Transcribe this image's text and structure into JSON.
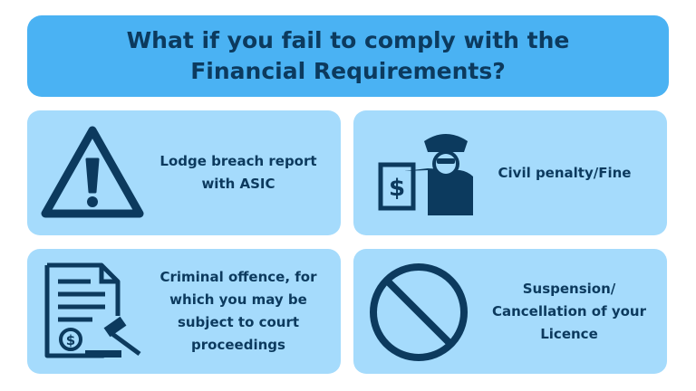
{
  "title": "What if you fail to comply with the Financial Requirements?",
  "cards": [
    {
      "text": "Lodge breach report with ASIC",
      "icon": "warning-icon"
    },
    {
      "text": "Civil penalty/Fine",
      "icon": "police-officer-fine-icon"
    },
    {
      "text": "Criminal offence, for which you may be subject to court proceedings",
      "icon": "legal-document-gavel-icon"
    },
    {
      "text": "Suspension/ Cancellation of your Licence",
      "icon": "prohibited-icon"
    }
  ],
  "colors": {
    "header": "#4ab2f3",
    "card": "#a5dbfc",
    "text": "#0c3a5e"
  }
}
